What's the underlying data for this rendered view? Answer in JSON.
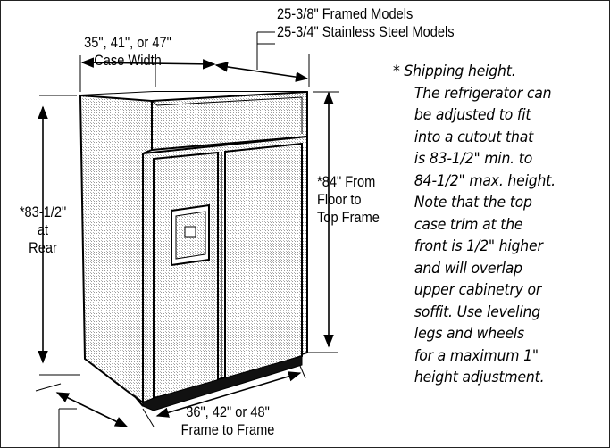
{
  "labels": {
    "case_width_line1": "35\", 41\", or 47\"",
    "case_width_line2": "Case Width",
    "depth_line1": "25-3/8\" Framed Models",
    "depth_line2": "25-3/4\" Stainless Steel Models",
    "rear_height_line1": "*83-1/2\"",
    "rear_height_line2": "at",
    "rear_height_line3": "Rear",
    "front_height_line1": "*84\" From",
    "front_height_line2": "Floor to",
    "front_height_line3": "Top Frame",
    "frame_width_line1": "36\", 42\" or 48\"",
    "frame_width_line2": "Frame to Frame"
  },
  "note_lines": [
    "* Shipping height.",
    "The refrigerator can",
    "be adjusted to fit",
    "into a cutout that",
    "is 83-1/2\" min. to",
    "84-1/2\" max. height.",
    "Note that the top",
    "case trim at the",
    "front is 1/2\" higher",
    "and will overlap",
    "upper cabinetry or",
    "soffit. Use leveling",
    "legs and wheels",
    "for a maximum 1\"",
    "height adjustment."
  ]
}
